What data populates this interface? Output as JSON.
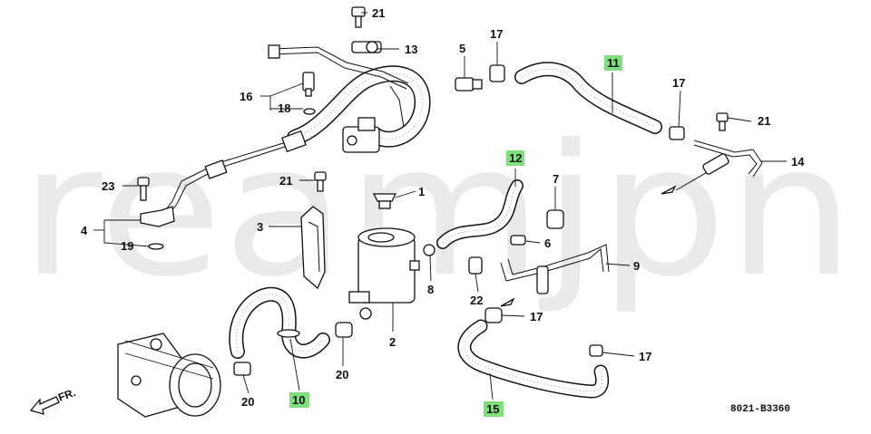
{
  "watermark": "reamjpn",
  "diagram_code": "8021-B3360",
  "direction_label": "FR.",
  "callouts": [
    {
      "id": "c1",
      "label": "1",
      "highlighted": false
    },
    {
      "id": "c2",
      "label": "2",
      "highlighted": false
    },
    {
      "id": "c3",
      "label": "3",
      "highlighted": false
    },
    {
      "id": "c4",
      "label": "4",
      "highlighted": false
    },
    {
      "id": "c5",
      "label": "5",
      "highlighted": false
    },
    {
      "id": "c6",
      "label": "6",
      "highlighted": false
    },
    {
      "id": "c7",
      "label": "7",
      "highlighted": false
    },
    {
      "id": "c8",
      "label": "8",
      "highlighted": false
    },
    {
      "id": "c9",
      "label": "9",
      "highlighted": false
    },
    {
      "id": "c10",
      "label": "10",
      "highlighted": true
    },
    {
      "id": "c11",
      "label": "11",
      "highlighted": true
    },
    {
      "id": "c12",
      "label": "12",
      "highlighted": true
    },
    {
      "id": "c13",
      "label": "13",
      "highlighted": false
    },
    {
      "id": "c14",
      "label": "14",
      "highlighted": false
    },
    {
      "id": "c15",
      "label": "15",
      "highlighted": true
    },
    {
      "id": "c16",
      "label": "16",
      "highlighted": false
    },
    {
      "id": "c17a",
      "label": "17",
      "highlighted": false
    },
    {
      "id": "c17b",
      "label": "17",
      "highlighted": false
    },
    {
      "id": "c17c",
      "label": "17",
      "highlighted": false
    },
    {
      "id": "c17d",
      "label": "17",
      "highlighted": false
    },
    {
      "id": "c18",
      "label": "18",
      "highlighted": false
    },
    {
      "id": "c19",
      "label": "19",
      "highlighted": false
    },
    {
      "id": "c20a",
      "label": "20",
      "highlighted": false
    },
    {
      "id": "c20b",
      "label": "20",
      "highlighted": false
    },
    {
      "id": "c21a",
      "label": "21",
      "highlighted": false
    },
    {
      "id": "c21b",
      "label": "21",
      "highlighted": false
    },
    {
      "id": "c21c",
      "label": "21",
      "highlighted": false
    },
    {
      "id": "c22",
      "label": "22",
      "highlighted": false
    },
    {
      "id": "c23",
      "label": "23",
      "highlighted": false
    }
  ],
  "colors": {
    "highlight": "#7de07d",
    "line": "#111111",
    "watermark": "#eaeaea"
  }
}
